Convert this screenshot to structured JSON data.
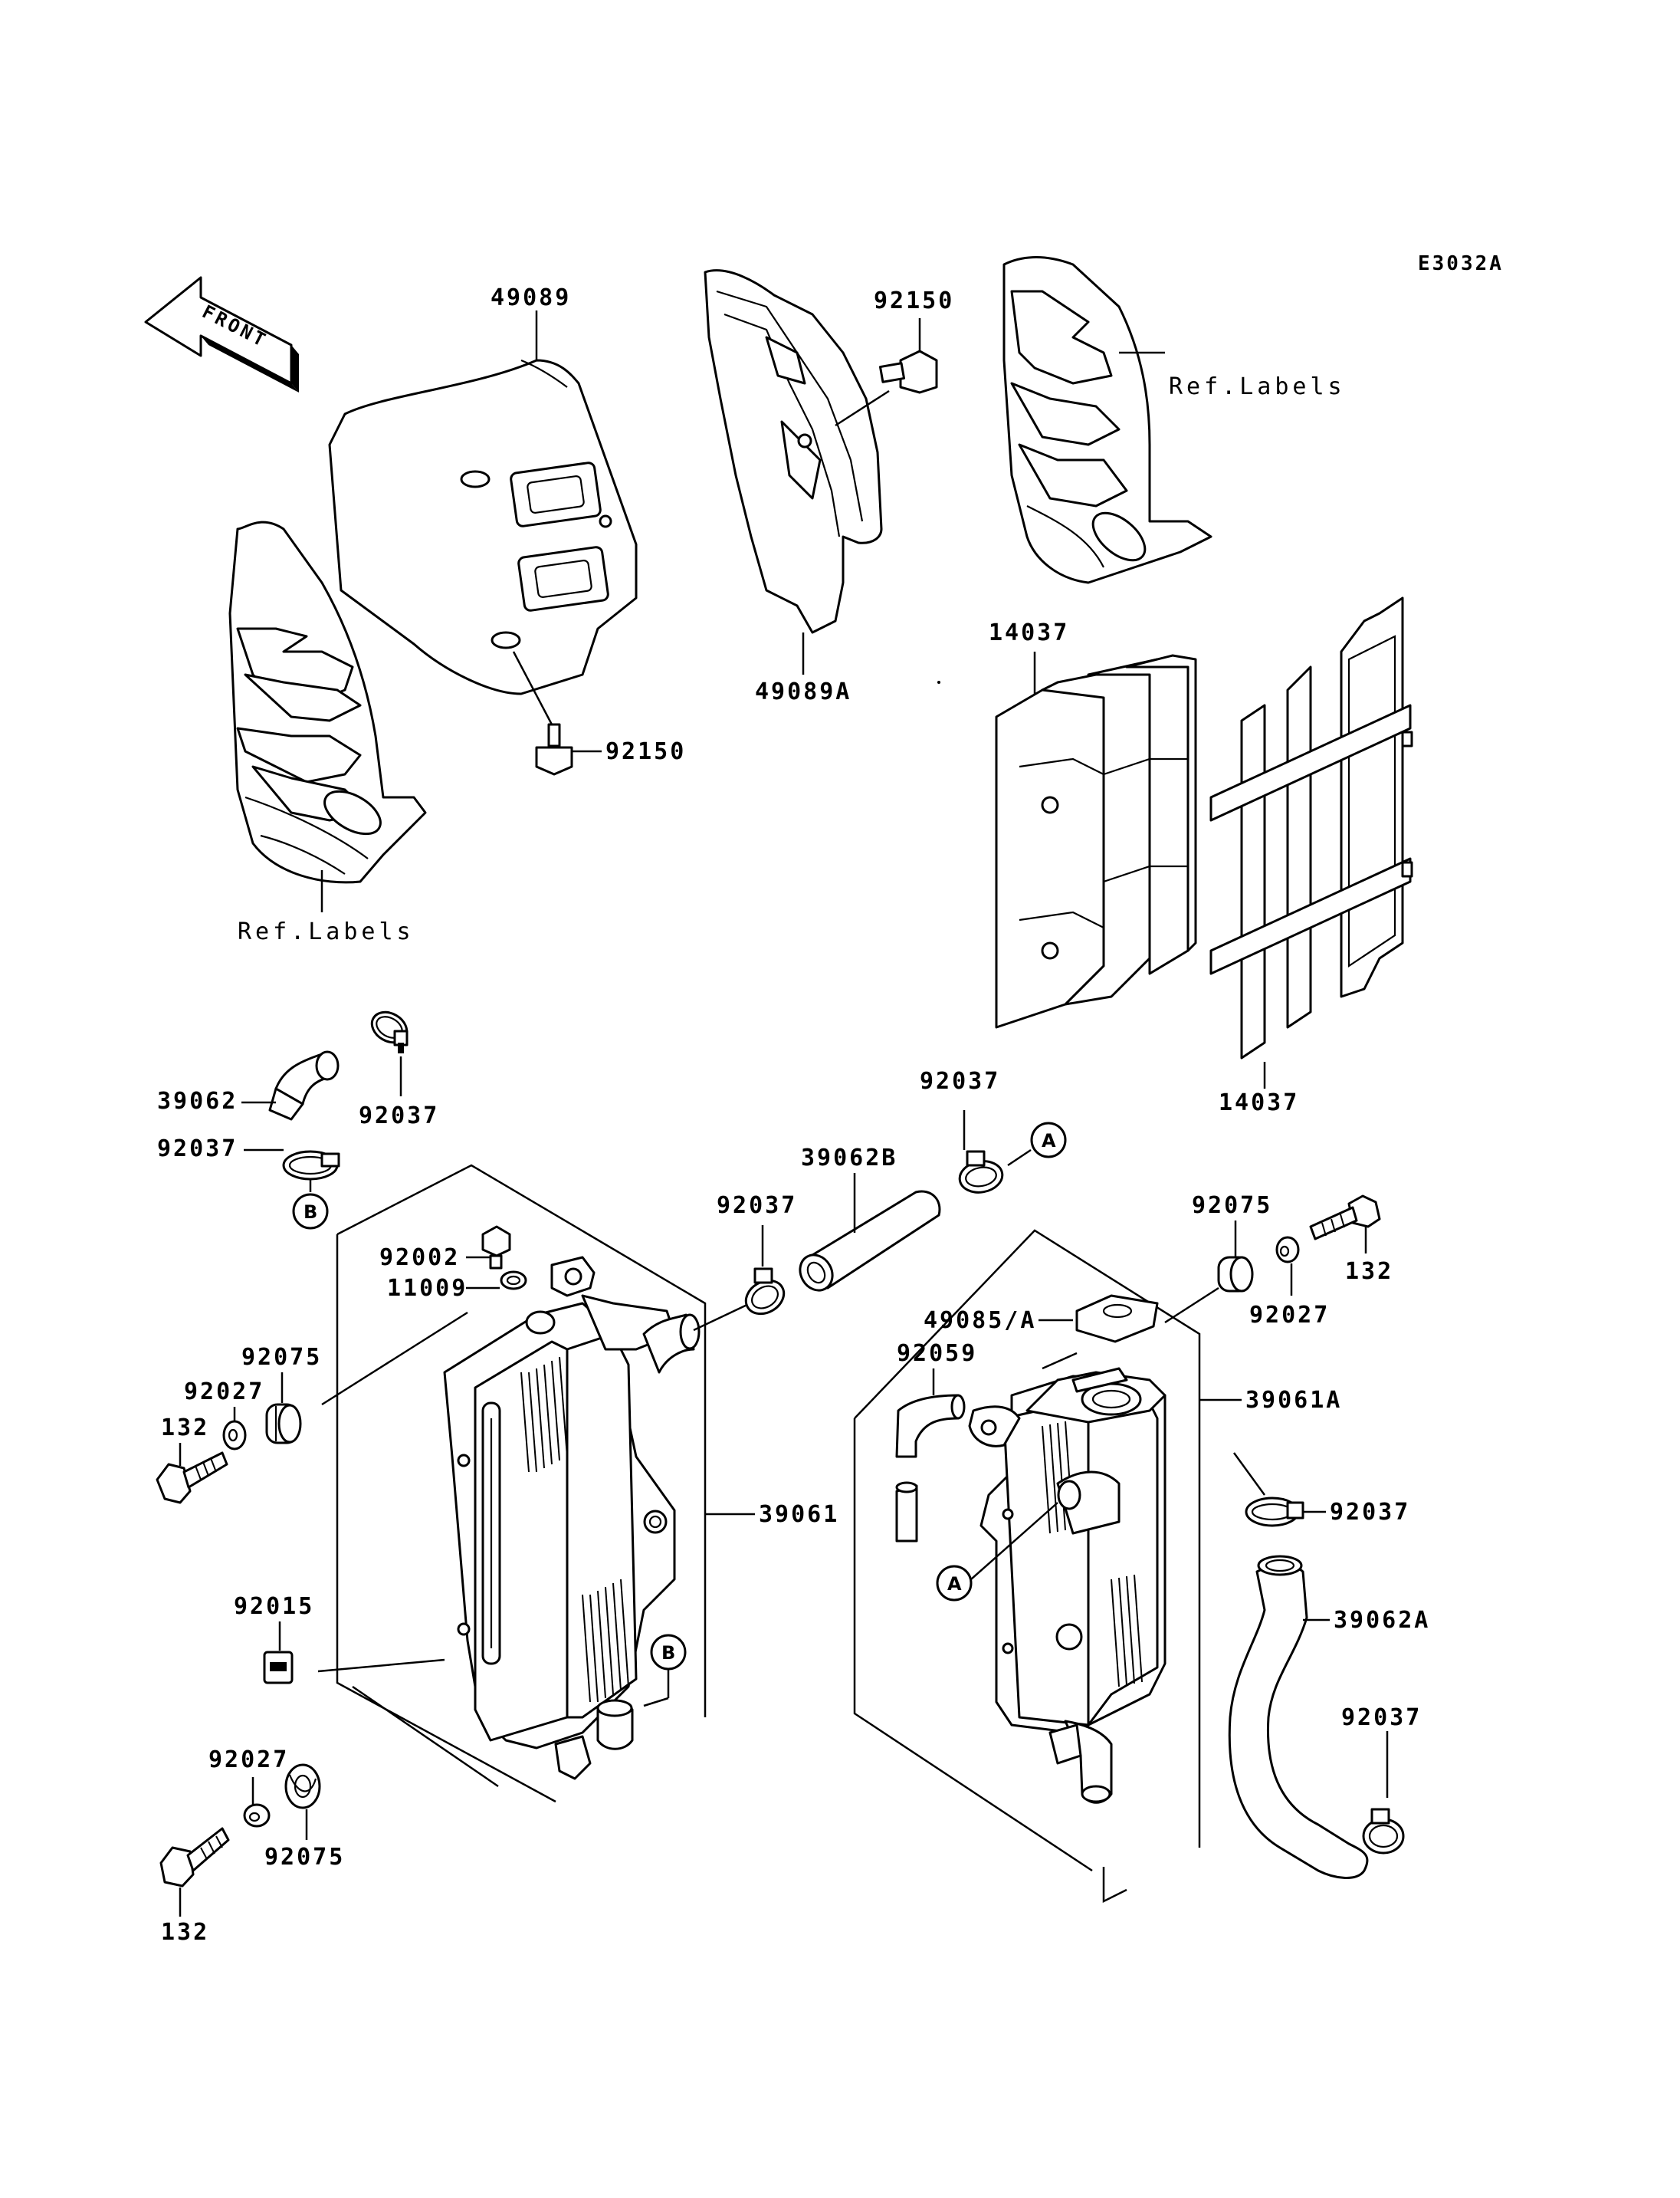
{
  "diagram_code": "E3032A",
  "front_arrow_text": "FRONT",
  "circle_markers": {
    "a": "A",
    "b": "B"
  },
  "labels": {
    "p49089": "49089",
    "p92150_top": "92150",
    "p92150_left": "92150",
    "p49089A": "49089A",
    "ref_labels_right": "Ref.Labels",
    "ref_labels_left": "Ref.Labels",
    "p14037_top": "14037",
    "p14037_bottom": "14037",
    "p39062": "39062",
    "p92037_a": "92037",
    "p92037_b": "92037",
    "p92037_c": "92037",
    "p92037_d": "92037",
    "p92037_e": "92037",
    "p92037_f": "92037",
    "p39062B": "39062B",
    "p92002": "92002",
    "p11009": "11009",
    "p92075_left": "92075",
    "p92027_left": "92027",
    "p132_left": "132",
    "p39061": "39061",
    "p92015": "92015",
    "p92027_bottom": "92027",
    "p92075_bottom": "92075",
    "p132_bottom": "132",
    "p92075_right": "92075",
    "p92027_right": "92027",
    "p132_right": "132",
    "p49085A": "49085/A",
    "p92059": "92059",
    "p39061A": "39061A",
    "p39062A": "39062A"
  }
}
